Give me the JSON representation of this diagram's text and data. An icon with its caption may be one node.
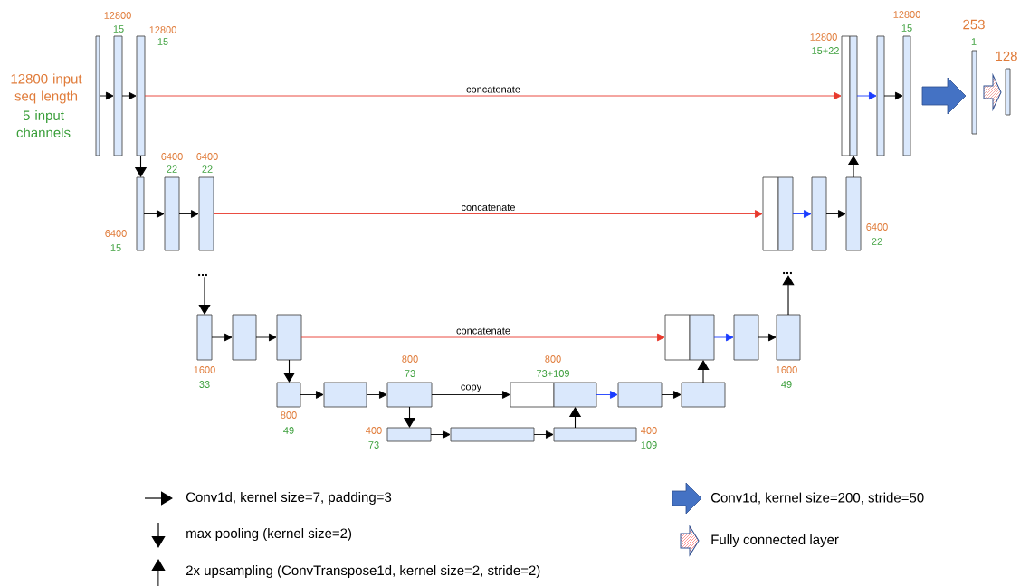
{
  "diagram": {
    "nodes": [
      {
        "text": [],
        "shape": "box",
        "beside": [
          "12800 input seq length",
          "5 input channels"
        ]
      },
      {
        "text": [],
        "shape": "box",
        "beside": [
          "12800",
          "15"
        ]
      },
      {
        "text": [],
        "shape": "box",
        "beside": [
          "12800",
          "15"
        ]
      },
      {
        "text": [],
        "shape": "box",
        "beside": [
          "6400",
          "15"
        ]
      },
      {
        "text": [],
        "shape": "box",
        "beside": [
          "6400",
          "22"
        ]
      },
      {
        "text": [],
        "shape": "box",
        "beside": [
          "6400",
          "22"
        ]
      },
      {
        "text": [],
        "shape": "box",
        "beside": [
          "1600",
          "33"
        ]
      },
      {
        "text": [],
        "shape": "box"
      },
      {
        "text": [],
        "shape": "box"
      },
      {
        "text": [],
        "shape": "box",
        "beside": [
          "800",
          "49"
        ]
      },
      {
        "text": [],
        "shape": "box"
      },
      {
        "text": [],
        "shape": "box",
        "beside": [
          "800",
          "73"
        ]
      },
      {
        "text": [],
        "shape": "box",
        "beside": [
          "400",
          "73"
        ]
      },
      {
        "text": [],
        "shape": "box"
      },
      {
        "text": [],
        "shape": "box",
        "beside": [
          "400",
          "109"
        ]
      },
      {
        "text": [],
        "shape": "box",
        "beside": [
          "800",
          "73+109"
        ]
      },
      {
        "text": [],
        "shape": "box"
      },
      {
        "text": [],
        "shape": "box"
      },
      {
        "text": [],
        "shape": "box"
      },
      {
        "text": [],
        "shape": "box"
      },
      {
        "text": [],
        "shape": "box"
      },
      {
        "text": [],
        "shape": "box"
      },
      {
        "text": [],
        "shape": "box",
        "beside": [
          "1600",
          "49"
        ]
      },
      {
        "text": [],
        "shape": "box"
      },
      {
        "text": [],
        "shape": "box"
      },
      {
        "text": [],
        "shape": "box"
      },
      {
        "text": [],
        "shape": "box",
        "beside": [
          "6400",
          "22"
        ]
      },
      {
        "text": [],
        "shape": "box",
        "beside": [
          "12800",
          "15+22"
        ]
      },
      {
        "text": [],
        "shape": "box"
      },
      {
        "text": [],
        "shape": "box"
      },
      {
        "text": [],
        "shape": "box",
        "beside": [
          "12800",
          "15"
        ]
      },
      {
        "text": [],
        "shape": "box",
        "beside": [
          "253",
          "1"
        ]
      },
      {
        "text": [],
        "shape": "box",
        "beside": [
          "128"
        ]
      },
      {
        "text": [
          "..."
        ]
      },
      {
        "text": [
          "..."
        ]
      }
    ],
    "edges": [
      {
        "from": 0,
        "to": 1,
        "arrow": "to"
      },
      {
        "from": 1,
        "to": 2,
        "arrow": "to"
      },
      {
        "from": 2,
        "to": 27,
        "arrow": "to",
        "label": "concatenate",
        "color": "#e8392c"
      },
      {
        "from": 2,
        "to": 3,
        "arrow": "to"
      },
      {
        "from": 28,
        "to": 29,
        "arrow": "to",
        "color": "#1a3cff"
      },
      {
        "from": 29,
        "to": 30,
        "arrow": "to"
      },
      {
        "from": 30,
        "to": 31,
        "arrow": "to",
        "style": "thick",
        "color": "#4472c4"
      },
      {
        "from": 31,
        "to": 32,
        "arrow": "to",
        "style": "thick",
        "color": "#e8392c"
      },
      {
        "from": 3,
        "to": 4,
        "arrow": "to"
      },
      {
        "from": 4,
        "to": 5,
        "arrow": "to"
      },
      {
        "from": 5,
        "to": 23,
        "arrow": "to",
        "label": "concatenate",
        "color": "#e8392c"
      },
      {
        "from": 24,
        "to": 25,
        "arrow": "to",
        "color": "#1a3cff"
      },
      {
        "from": 25,
        "to": 26,
        "arrow": "to"
      },
      {
        "from": 26,
        "to": 28,
        "arrow": "to"
      },
      {
        "from": 33,
        "to": 6,
        "arrow": "to"
      },
      {
        "from": 6,
        "to": 7,
        "arrow": "to"
      },
      {
        "from": 7,
        "to": 8,
        "arrow": "to"
      },
      {
        "from": 8,
        "to": 19,
        "arrow": "to",
        "label": "concatenate",
        "color": "#e8392c"
      },
      {
        "from": 8,
        "to": 9,
        "arrow": "to"
      },
      {
        "from": 20,
        "to": 21,
        "arrow": "to",
        "color": "#1a3cff"
      },
      {
        "from": 21,
        "to": 22,
        "arrow": "to"
      },
      {
        "from": 22,
        "to": 34,
        "arrow": "to"
      },
      {
        "from": 9,
        "to": 10,
        "arrow": "to"
      },
      {
        "from": 10,
        "to": 11,
        "arrow": "to"
      },
      {
        "from": 11,
        "to": 15,
        "arrow": "to",
        "label": "copy"
      },
      {
        "from": 11,
        "to": 12,
        "arrow": "to"
      },
      {
        "from": 16,
        "to": 17,
        "arrow": "to",
        "color": "#1a3cff"
      },
      {
        "from": 17,
        "to": 18,
        "arrow": "to"
      },
      {
        "from": 18,
        "to": 20,
        "arrow": "to"
      },
      {
        "from": 12,
        "to": 13,
        "arrow": "to"
      },
      {
        "from": 13,
        "to": 14,
        "arrow": "to"
      },
      {
        "from": 14,
        "to": 16,
        "arrow": "to"
      }
    ],
    "legend": [
      {
        "text": "Conv1d, kernel size=7, padding=3"
      },
      {
        "text": "max pooling (kernel size=2)"
      },
      {
        "text": "2x upsampling (ConvTranspose1d, kernel size=2, stride=2)"
      },
      {
        "text": "Conv1d, kernel size=200, stride=50"
      },
      {
        "text": "Fully connected layer"
      }
    ]
  }
}
